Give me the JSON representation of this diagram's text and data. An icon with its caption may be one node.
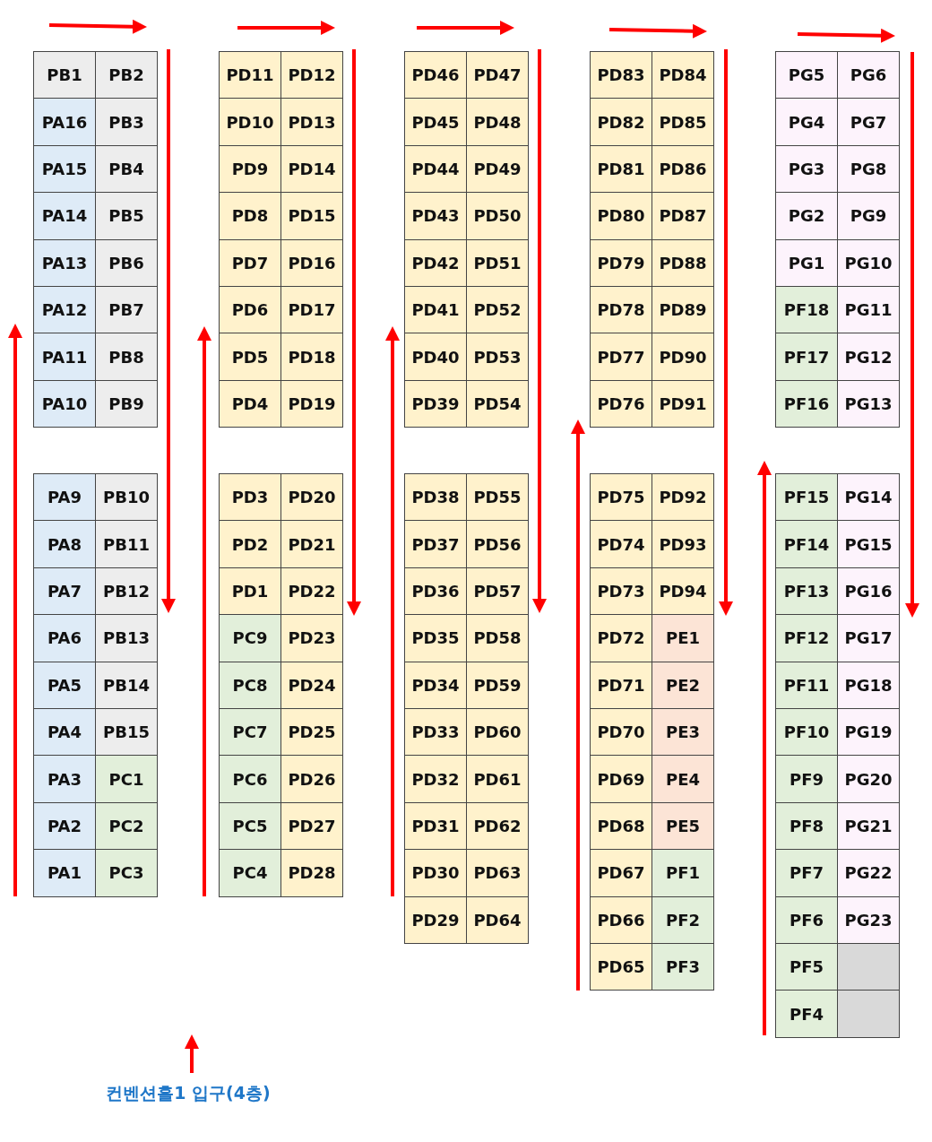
{
  "diagram": {
    "nodes": [
      {
        "text": [
          "PB1"
        ]
      },
      {
        "text": [
          "PB2"
        ]
      },
      {
        "text": [
          "PA16"
        ]
      },
      {
        "text": [
          "PB3"
        ]
      },
      {
        "text": [
          "PA15"
        ]
      },
      {
        "text": [
          "PB4"
        ]
      },
      {
        "text": [
          "PA14"
        ]
      },
      {
        "text": [
          "PB5"
        ]
      },
      {
        "text": [
          "PA13"
        ]
      },
      {
        "text": [
          "PB6"
        ]
      },
      {
        "text": [
          "PA12"
        ]
      },
      {
        "text": [
          "PB7"
        ]
      },
      {
        "text": [
          "PA11"
        ]
      },
      {
        "text": [
          "PB8"
        ]
      },
      {
        "text": [
          "PA10"
        ]
      },
      {
        "text": [
          "PB9"
        ]
      },
      {
        "text": [
          "PA9"
        ]
      },
      {
        "text": [
          "PB10"
        ]
      },
      {
        "text": [
          "PA8"
        ]
      },
      {
        "text": [
          "PB11"
        ]
      },
      {
        "text": [
          "PA7"
        ]
      },
      {
        "text": [
          "PB12"
        ]
      },
      {
        "text": [
          "PA6"
        ]
      },
      {
        "text": [
          "PB13"
        ]
      },
      {
        "text": [
          "PA5"
        ]
      },
      {
        "text": [
          "PB14"
        ]
      },
      {
        "text": [
          "PA4"
        ]
      },
      {
        "text": [
          "PB15"
        ]
      },
      {
        "text": [
          "PA3"
        ]
      },
      {
        "text": [
          "PC1"
        ]
      },
      {
        "text": [
          "PA2"
        ]
      },
      {
        "text": [
          "PC2"
        ]
      },
      {
        "text": [
          "PA1"
        ]
      },
      {
        "text": [
          "PC3"
        ]
      },
      {
        "text": [
          "PD11"
        ]
      },
      {
        "text": [
          "PD12"
        ]
      },
      {
        "text": [
          "PD10"
        ]
      },
      {
        "text": [
          "PD13"
        ]
      },
      {
        "text": [
          "PD9"
        ]
      },
      {
        "text": [
          "PD14"
        ]
      },
      {
        "text": [
          "PD8"
        ]
      },
      {
        "text": [
          "PD15"
        ]
      },
      {
        "text": [
          "PD7"
        ]
      },
      {
        "text": [
          "PD16"
        ]
      },
      {
        "text": [
          "PD6"
        ]
      },
      {
        "text": [
          "PD17"
        ]
      },
      {
        "text": [
          "PD5"
        ]
      },
      {
        "text": [
          "PD18"
        ]
      },
      {
        "text": [
          "PD4"
        ]
      },
      {
        "text": [
          "PD19"
        ]
      },
      {
        "text": [
          "PD3"
        ]
      },
      {
        "text": [
          "PD20"
        ]
      },
      {
        "text": [
          "PD2"
        ]
      },
      {
        "text": [
          "PD21"
        ]
      },
      {
        "text": [
          "PD1"
        ]
      },
      {
        "text": [
          "PD22"
        ]
      },
      {
        "text": [
          "PC9"
        ]
      },
      {
        "text": [
          "PD23"
        ]
      },
      {
        "text": [
          "PC8"
        ]
      },
      {
        "text": [
          "PD24"
        ]
      },
      {
        "text": [
          "PC7"
        ]
      },
      {
        "text": [
          "PD25"
        ]
      },
      {
        "text": [
          "PC6"
        ]
      },
      {
        "text": [
          "PD26"
        ]
      },
      {
        "text": [
          "PC5"
        ]
      },
      {
        "text": [
          "PD27"
        ]
      },
      {
        "text": [
          "PC4"
        ]
      },
      {
        "text": [
          "PD28"
        ]
      },
      {
        "text": [
          "PD46"
        ]
      },
      {
        "text": [
          "PD47"
        ]
      },
      {
        "text": [
          "PD45"
        ]
      },
      {
        "text": [
          "PD48"
        ]
      },
      {
        "text": [
          "PD44"
        ]
      },
      {
        "text": [
          "PD49"
        ]
      },
      {
        "text": [
          "PD43"
        ]
      },
      {
        "text": [
          "PD50"
        ]
      },
      {
        "text": [
          "PD42"
        ]
      },
      {
        "text": [
          "PD51"
        ]
      },
      {
        "text": [
          "PD41"
        ]
      },
      {
        "text": [
          "PD52"
        ]
      },
      {
        "text": [
          "PD40"
        ]
      },
      {
        "text": [
          "PD53"
        ]
      },
      {
        "text": [
          "PD39"
        ]
      },
      {
        "text": [
          "PD54"
        ]
      },
      {
        "text": [
          "PD38"
        ]
      },
      {
        "text": [
          "PD55"
        ]
      },
      {
        "text": [
          "PD37"
        ]
      },
      {
        "text": [
          "PD56"
        ]
      },
      {
        "text": [
          "PD36"
        ]
      },
      {
        "text": [
          "PD57"
        ]
      },
      {
        "text": [
          "PD35"
        ]
      },
      {
        "text": [
          "PD58"
        ]
      },
      {
        "text": [
          "PD34"
        ]
      },
      {
        "text": [
          "PD59"
        ]
      },
      {
        "text": [
          "PD33"
        ]
      },
      {
        "text": [
          "PD60"
        ]
      },
      {
        "text": [
          "PD32"
        ]
      },
      {
        "text": [
          "PD61"
        ]
      },
      {
        "text": [
          "PD31"
        ]
      },
      {
        "text": [
          "PD62"
        ]
      },
      {
        "text": [
          "PD30"
        ]
      },
      {
        "text": [
          "PD63"
        ]
      },
      {
        "text": [
          "PD29"
        ]
      },
      {
        "text": [
          "PD64"
        ]
      },
      {
        "text": [
          "PD83"
        ]
      },
      {
        "text": [
          "PD84"
        ]
      },
      {
        "text": [
          "PD82"
        ]
      },
      {
        "text": [
          "PD85"
        ]
      },
      {
        "text": [
          "PD81"
        ]
      },
      {
        "text": [
          "PD86"
        ]
      },
      {
        "text": [
          "PD80"
        ]
      },
      {
        "text": [
          "PD87"
        ]
      },
      {
        "text": [
          "PD79"
        ]
      },
      {
        "text": [
          "PD88"
        ]
      },
      {
        "text": [
          "PD78"
        ]
      },
      {
        "text": [
          "PD89"
        ]
      },
      {
        "text": [
          "PD77"
        ]
      },
      {
        "text": [
          "PD90"
        ]
      },
      {
        "text": [
          "PD76"
        ]
      },
      {
        "text": [
          "PD91"
        ]
      },
      {
        "text": [
          "PD75"
        ]
      },
      {
        "text": [
          "PD92"
        ]
      },
      {
        "text": [
          "PD74"
        ]
      },
      {
        "text": [
          "PD93"
        ]
      },
      {
        "text": [
          "PD73"
        ]
      },
      {
        "text": [
          "PD94"
        ]
      },
      {
        "text": [
          "PD72"
        ]
      },
      {
        "text": [
          "PE1"
        ]
      },
      {
        "text": [
          "PD71"
        ]
      },
      {
        "text": [
          "PE2"
        ]
      },
      {
        "text": [
          "PD70"
        ]
      },
      {
        "text": [
          "PE3"
        ]
      },
      {
        "text": [
          "PD69"
        ]
      },
      {
        "text": [
          "PE4"
        ]
      },
      {
        "text": [
          "PD68"
        ]
      },
      {
        "text": [
          "PE5"
        ]
      },
      {
        "text": [
          "PD67"
        ]
      },
      {
        "text": [
          "PF1"
        ]
      },
      {
        "text": [
          "PD66"
        ]
      },
      {
        "text": [
          "PF2"
        ]
      },
      {
        "text": [
          "PD65"
        ]
      },
      {
        "text": [
          "PF3"
        ]
      },
      {
        "text": [
          "PG5"
        ]
      },
      {
        "text": [
          "PG6"
        ]
      },
      {
        "text": [
          "PG4"
        ]
      },
      {
        "text": [
          "PG7"
        ]
      },
      {
        "text": [
          "PG3"
        ]
      },
      {
        "text": [
          "PG8"
        ]
      },
      {
        "text": [
          "PG2"
        ]
      },
      {
        "text": [
          "PG9"
        ]
      },
      {
        "text": [
          "PG1"
        ]
      },
      {
        "text": [
          "PG10"
        ]
      },
      {
        "text": [
          "PF18"
        ]
      },
      {
        "text": [
          "PG11"
        ]
      },
      {
        "text": [
          "PF17"
        ]
      },
      {
        "text": [
          "PG12"
        ]
      },
      {
        "text": [
          "PF16"
        ]
      },
      {
        "text": [
          "PG13"
        ]
      },
      {
        "text": [
          "PF15"
        ]
      },
      {
        "text": [
          "PG14"
        ]
      },
      {
        "text": [
          "PF14"
        ]
      },
      {
        "text": [
          "PG15"
        ]
      },
      {
        "text": [
          "PF13"
        ]
      },
      {
        "text": [
          "PG16"
        ]
      },
      {
        "text": [
          "PF12"
        ]
      },
      {
        "text": [
          "PG17"
        ]
      },
      {
        "text": [
          "PF11"
        ]
      },
      {
        "text": [
          "PG18"
        ]
      },
      {
        "text": [
          "PF10"
        ]
      },
      {
        "text": [
          "PG19"
        ]
      },
      {
        "text": [
          "PF9"
        ]
      },
      {
        "text": [
          "PG20"
        ]
      },
      {
        "text": [
          "PF8"
        ]
      },
      {
        "text": [
          "PG21"
        ]
      },
      {
        "text": [
          "PF7"
        ]
      },
      {
        "text": [
          "PG22"
        ]
      },
      {
        "text": [
          "PF6"
        ]
      },
      {
        "text": [
          "PG23"
        ]
      },
      {
        "text": [
          "PF5"
        ]
      },
      {
        "text": [],
        "shape": "box"
      },
      {
        "text": [
          "PF4"
        ]
      },
      {
        "text": [],
        "shape": "box"
      }
    ],
    "labels": [
      "컨벤션홀1 입구(4층)"
    ]
  }
}
